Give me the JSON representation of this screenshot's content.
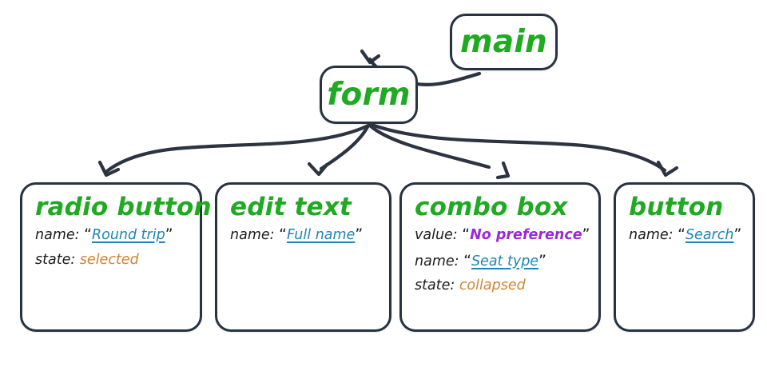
{
  "diagram": {
    "title": "accessibility-tree-nodes",
    "colors": {
      "node_border": "#273340",
      "node_fill": "#ffffff",
      "edge": "#2b3440",
      "role_green": "#1faa22",
      "value_link_blue": "#1f85b5",
      "value_purple": "#9a2ad8",
      "state_orange": "#d08434",
      "label_black": "#1c1c1c"
    },
    "nodes": {
      "main": {
        "role": "main"
      },
      "form": {
        "role": "form"
      },
      "radio_button": {
        "role": "radio button",
        "props": [
          {
            "key": "name:",
            "value": "Round trip",
            "style": "link",
            "quoted": true
          },
          {
            "key": "state:",
            "value": "selected",
            "style": "orange",
            "quoted": false
          }
        ]
      },
      "edit_text": {
        "role": "edit text",
        "props": [
          {
            "key": "name:",
            "value": "Full name",
            "style": "link",
            "quoted": true
          }
        ]
      },
      "combo_box": {
        "role": "combo box",
        "props": [
          {
            "key": "value:",
            "value": "No preference",
            "style": "purple",
            "quoted": true
          },
          {
            "key": "name:",
            "value": "Seat type",
            "style": "link",
            "quoted": true
          },
          {
            "key": "state:",
            "value": "collapsed",
            "style": "orange",
            "quoted": false
          }
        ]
      },
      "button": {
        "role": "button",
        "props": [
          {
            "key": "name:",
            "value": "Search",
            "style": "link",
            "quoted": true
          }
        ]
      }
    },
    "edges": [
      {
        "from": "main",
        "to": "form"
      },
      {
        "from": "form",
        "to": "radio_button"
      },
      {
        "from": "form",
        "to": "edit_text"
      },
      {
        "from": "form",
        "to": "combo_box"
      },
      {
        "from": "form",
        "to": "button"
      }
    ],
    "quote_open": "“",
    "quote_close": "”"
  }
}
